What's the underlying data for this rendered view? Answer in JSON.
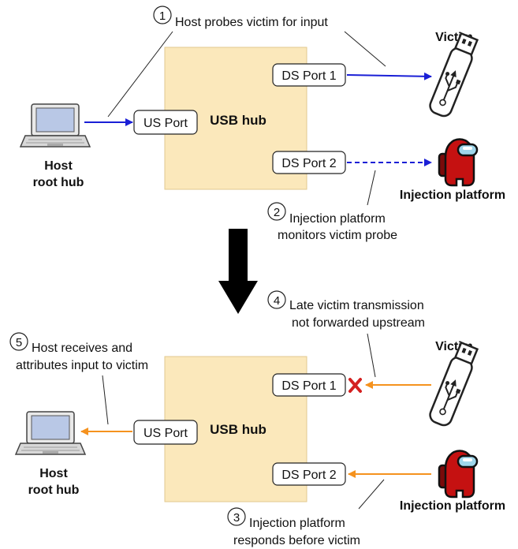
{
  "colors": {
    "hub_fill": "#fbe8bb",
    "hub_stroke": "#e2c98f",
    "blue_arrow": "#1a1fd6",
    "orange_arrow": "#f5921e",
    "red_x": "#d42020",
    "crewmate": "#c51111",
    "visor": "#9fd6ea"
  },
  "top_panel": {
    "hub_label": "USB hub",
    "us_port": "US Port",
    "ds_port_1": "DS Port 1",
    "ds_port_2": "DS Port 2",
    "host_label_1": "Host",
    "host_label_2": "root hub",
    "victim_label": "Victim",
    "injection_label": "Injection platform"
  },
  "bottom_panel": {
    "hub_label": "USB hub",
    "us_port": "US Port",
    "ds_port_1": "DS Port 1",
    "ds_port_2": "DS Port 2",
    "host_label_1": "Host",
    "host_label_2": "root hub",
    "victim_label": "Victim",
    "injection_label": "Injection platform"
  },
  "steps": [
    {
      "number": "1",
      "lines": [
        "Host probes victim for input"
      ]
    },
    {
      "number": "2",
      "lines": [
        "Injection platform",
        "monitors victim probe"
      ]
    },
    {
      "number": "3",
      "lines": [
        "Injection platform",
        "responds before victim"
      ]
    },
    {
      "number": "4",
      "lines": [
        "Late victim transmission",
        "not forwarded upstream"
      ]
    },
    {
      "number": "5",
      "lines": [
        "Host receives and",
        "attributes input to victim"
      ]
    }
  ]
}
